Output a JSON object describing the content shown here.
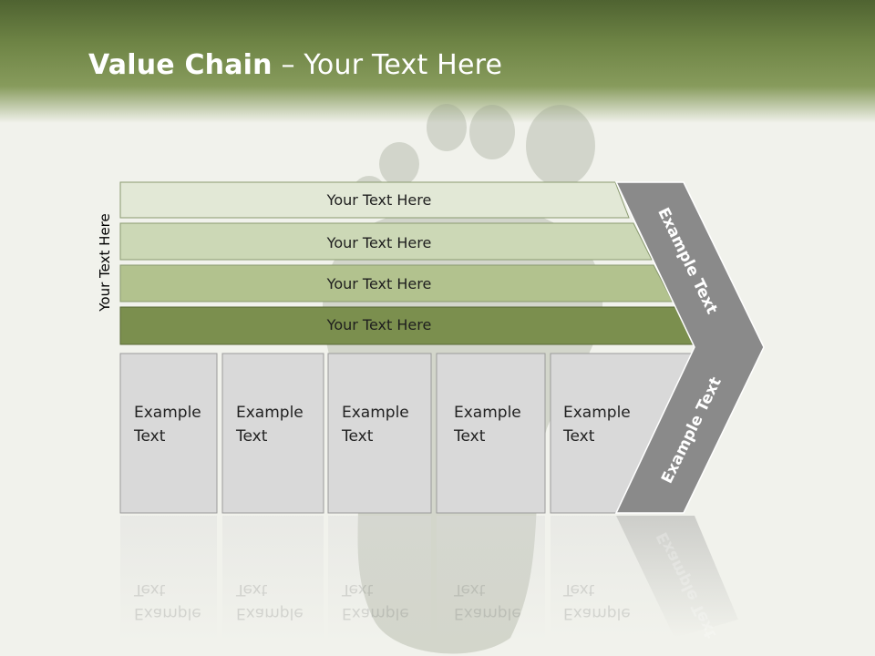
{
  "title": {
    "bold": "Value Chain",
    "rest": " – Your Text Here"
  },
  "side_label": "Your Text Here",
  "bands": [
    {
      "label": "Your Text Here",
      "color": "#e2e8d6"
    },
    {
      "label": "Your Text Here",
      "color": "#ccd8b6"
    },
    {
      "label": "Your Text Here",
      "color": "#b2c28e"
    },
    {
      "label": "Your Text Here",
      "color": "#7b8f4e"
    }
  ],
  "columns": [
    {
      "line1": "Example",
      "line2": "Text"
    },
    {
      "line1": "Example",
      "line2": "Text"
    },
    {
      "line1": "Example",
      "line2": "Text"
    },
    {
      "line1": "Example",
      "line2": "Text"
    },
    {
      "line1": "Example",
      "line2": "Text"
    }
  ],
  "chevron": {
    "upper": "Example Text",
    "lower": "Example Text",
    "color": "#8a8a8a"
  },
  "colors": {
    "header": "#6e8445",
    "column_fill": "#d9d9d9",
    "column_border": "#9a9a9a",
    "background": "#f1f2ec"
  }
}
